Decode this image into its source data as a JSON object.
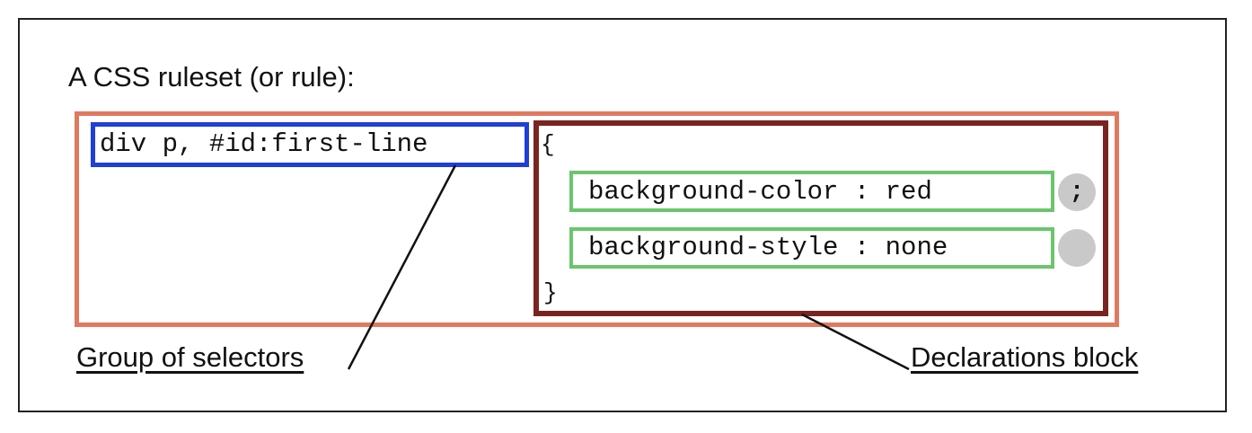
{
  "heading": "A CSS ruleset (or rule):",
  "selector_group": {
    "text": "div p, #id:first-line"
  },
  "declarations_block": {
    "open_brace": "{",
    "close_brace": "}",
    "declarations": [
      {
        "text": "background-color : red",
        "terminator": ";"
      },
      {
        "text": "background-style : none",
        "terminator": ""
      }
    ]
  },
  "labels": {
    "selectors": "Group of selectors",
    "declarations": "Declarations block"
  },
  "colors": {
    "ruleset_border": "#e07a5f",
    "selector_border": "#1f3fd6",
    "declarations_block_border": "#7a2420",
    "declaration_border": "#6cc56c",
    "terminator_dot": "#c9c9c9"
  }
}
